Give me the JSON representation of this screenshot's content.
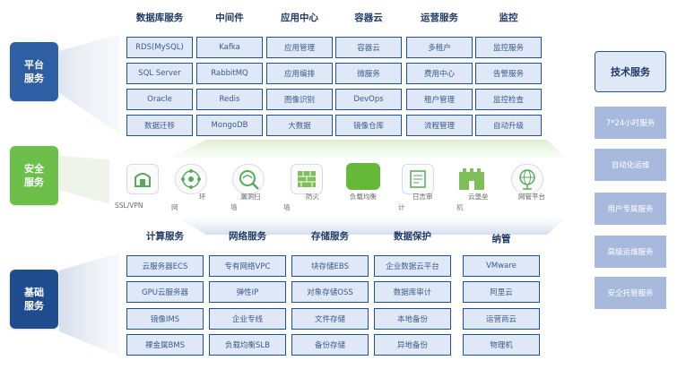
{
  "layers": {
    "platform": "平台服务",
    "security": "安全服务",
    "infrastructure": "基础服务"
  },
  "platform_grid": {
    "headers": [
      "数据库服务",
      "中间件",
      "应用中心",
      "容器云",
      "运营服务",
      "监控"
    ],
    "columns": [
      [
        "RDS(MySQL)",
        "SQL Server",
        "Oracle",
        "数据迁移"
      ],
      [
        "Kafka",
        "RabbitMQ",
        "Redis",
        "MongoDB"
      ],
      [
        "应用管理",
        "应用编排",
        "图像识别",
        "大数据"
      ],
      [
        "容器云",
        "微服务",
        "DevOps",
        "镜像仓库"
      ],
      [
        "多租户",
        "费用中心",
        "租户管理",
        "流程管理"
      ],
      [
        "监控服务",
        "告警服务",
        "监控检查",
        "自动升级"
      ]
    ]
  },
  "security": {
    "items": [
      "SSL/VPN",
      "环",
      "漏洞扫",
      "防火",
      "负载均衡",
      "日志审",
      "云堡垒",
      "网管平台"
    ],
    "fragments": [
      "网",
      "墙",
      "墙",
      "计",
      "机"
    ]
  },
  "infra_grid": {
    "headers": [
      "计算服务",
      "网络服务",
      "存储服务",
      "数据保护",
      "纳管"
    ],
    "columns": [
      [
        "云服务器ECS",
        "GPU云服务器",
        "镜像IMS",
        "裸金属BMS"
      ],
      [
        "专有网络VPC",
        "弹性IP",
        "企业专线",
        "负载均衡SLB"
      ],
      [
        "块存储EBS",
        "对象存储OSS",
        "文件存储",
        "备份存储"
      ],
      [
        "企业数据云平台",
        "数据库审计",
        "本地备份",
        "异地备份"
      ],
      [
        "VMware",
        "阿里云",
        "运营商云",
        "物理机"
      ]
    ]
  },
  "tech_services": {
    "title": "技术服务",
    "items": [
      "7*24小时服务",
      "自动化运维",
      "用户专属服务",
      "高级运维服务",
      "安全托管服务"
    ]
  },
  "colors": {
    "platform_badge": "#2e5fa5",
    "security_badge": "#6cc04a",
    "infra_badge": "#1f4c8f",
    "cell_fill": "#dfe8f6",
    "cell_border": "#1f4f96",
    "tech_item_fill": "#a7b9dc"
  }
}
